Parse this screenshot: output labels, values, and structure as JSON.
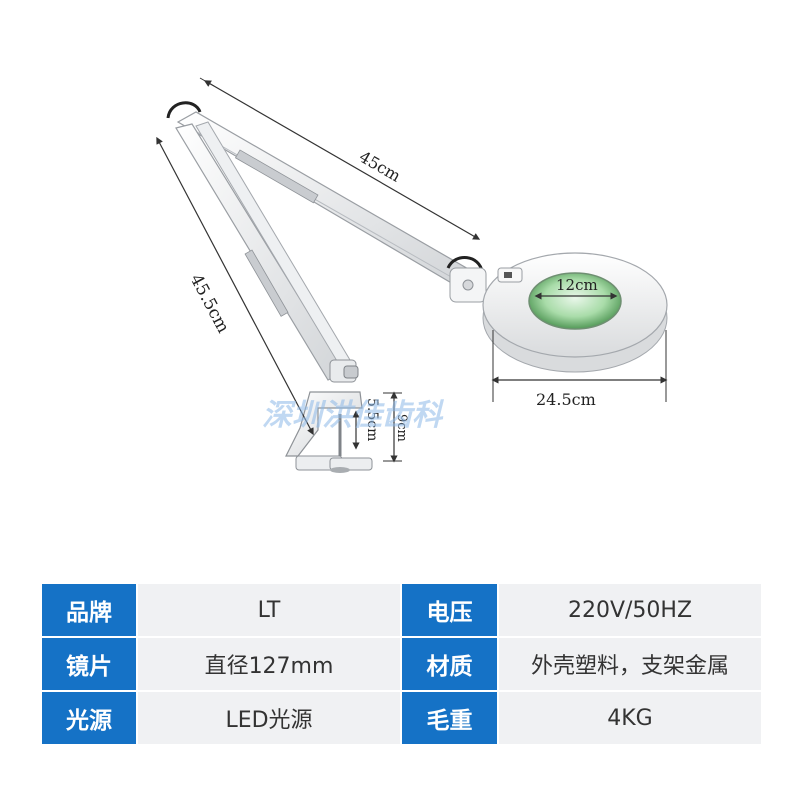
{
  "dimensions": {
    "arm_upper": "45cm",
    "arm_lower": "45.5cm",
    "lens": "12cm",
    "head_width": "24.5cm",
    "clamp_opening": "5.5cm",
    "clamp_height": "9cm"
  },
  "watermark": "深圳洪佳齿科",
  "specs": [
    {
      "label1": "品牌",
      "value1": "LT",
      "label2": "电压",
      "value2": "220V/50HZ"
    },
    {
      "label1": "镜片",
      "value1": "直径127mm",
      "label2": "材质",
      "value2": "外壳塑料，支架金属"
    },
    {
      "label1": "光源",
      "value1": "LED光源",
      "label2": "毛重",
      "value2": "4KG"
    }
  ],
  "colors": {
    "header": "#1572c6",
    "cell": "#f0f1f3",
    "watermark": "#8cb8e8"
  }
}
